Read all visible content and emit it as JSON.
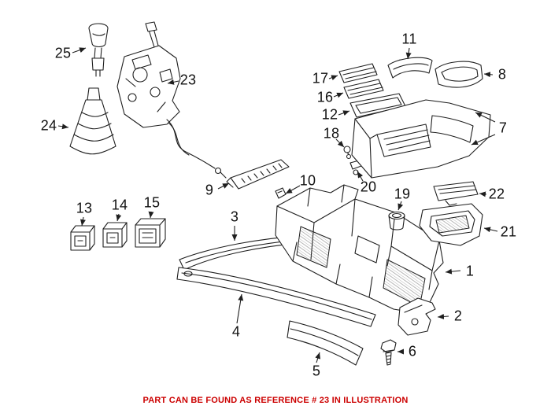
{
  "colors": {
    "background": "#ffffff",
    "line-color": "#1f1f1f",
    "label-color": "#111111",
    "caption-color": "#cc0000"
  },
  "caption": {
    "text": "PART CAN BE FOUND AS REFERENCE # 23 IN ILLUSTRATION"
  },
  "part_labels": {
    "1": "1",
    "2": "2",
    "3": "3",
    "4": "4",
    "5": "5",
    "6": "6",
    "7": "7",
    "8": "8",
    "9": "9",
    "10": "10",
    "11": "11",
    "12": "12",
    "13": "13",
    "14": "14",
    "15": "15",
    "16": "16",
    "17": "17",
    "18": "18",
    "19": "19",
    "20": "20",
    "21": "21",
    "22": "22",
    "23": "23",
    "24": "24",
    "25": "25"
  }
}
